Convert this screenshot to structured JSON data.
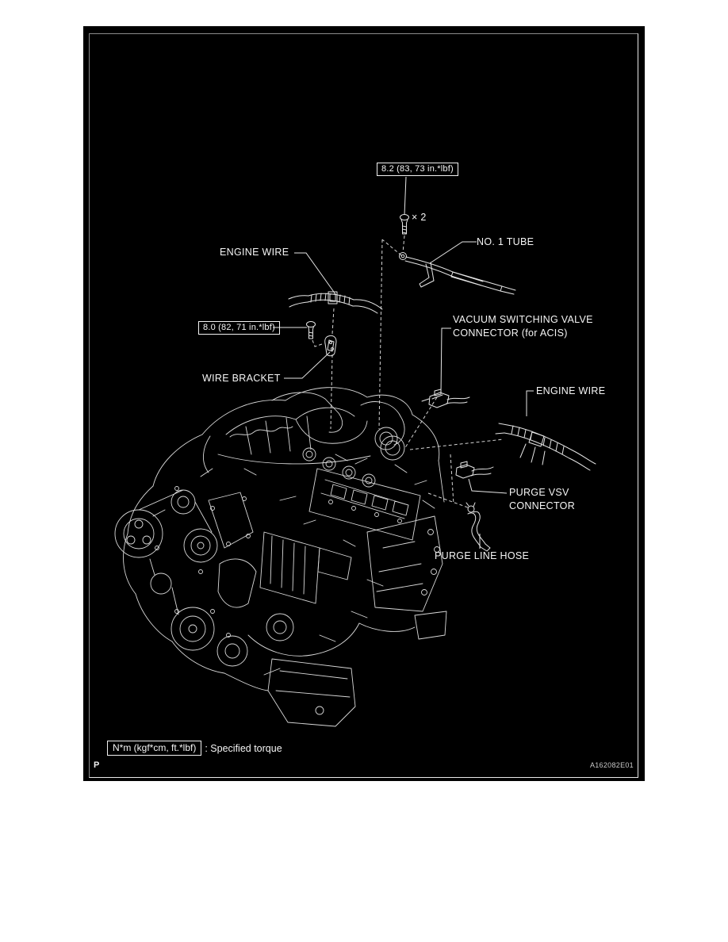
{
  "figure": {
    "page_marker": "P",
    "code": "A162082E01"
  },
  "callouts": {
    "torque_top": {
      "label": "8.2 (83, 73 in.*lbf)"
    },
    "bolt_count": {
      "label": "× 2"
    },
    "no1_tube": {
      "label": "NO. 1 TUBE"
    },
    "engine_wire_left": {
      "label": "ENGINE WIRE"
    },
    "torque_left": {
      "label": "8.0 (82, 71 in.*lbf)"
    },
    "wire_bracket": {
      "label": "WIRE BRACKET"
    },
    "vacuum_switching_valve": {
      "line1": "VACUUM SWITCHING VALVE",
      "line2": "CONNECTOR (for ACIS)"
    },
    "engine_wire_right": {
      "label": "ENGINE WIRE"
    },
    "purge_vsv": {
      "line1": "PURGE VSV",
      "line2": "CONNECTOR"
    },
    "purge_line_hose": {
      "label": "PURGE LINE HOSE"
    }
  },
  "legend": {
    "torque_box": "N*m (kgf*cm, ft.*lbf)",
    "description": ": Specified torque"
  },
  "colors": {
    "figure_bg": "#000000",
    "line": "#d9d9d9",
    "text": "#f5f5f5",
    "border": "#8c8c8c"
  }
}
